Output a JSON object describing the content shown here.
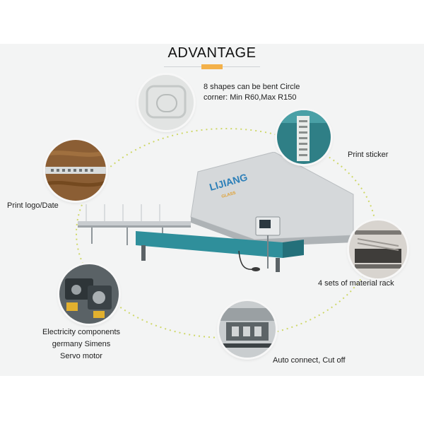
{
  "header": {
    "title": "ADVANTAGE"
  },
  "features": {
    "top": {
      "line1": "8 shapes can be bent Circle",
      "line2": "corner: Min R60,Max R150"
    },
    "sticker": {
      "label": "Print sticker"
    },
    "logo": {
      "label": "Print logo/Date"
    },
    "rack": {
      "label": "4 sets of material rack"
    },
    "electric": {
      "line1": "Electricity components",
      "line2": "germany Simens",
      "line3": "Servo motor"
    },
    "cut": {
      "label": "Auto connect, Cut off"
    }
  },
  "machine": {
    "brand_line1": "LIJIANG",
    "brand_line2": "GLASS"
  },
  "colors": {
    "accent": "#f3b14a",
    "teal": "#2f8f9b",
    "ring": "#cfd86a"
  }
}
